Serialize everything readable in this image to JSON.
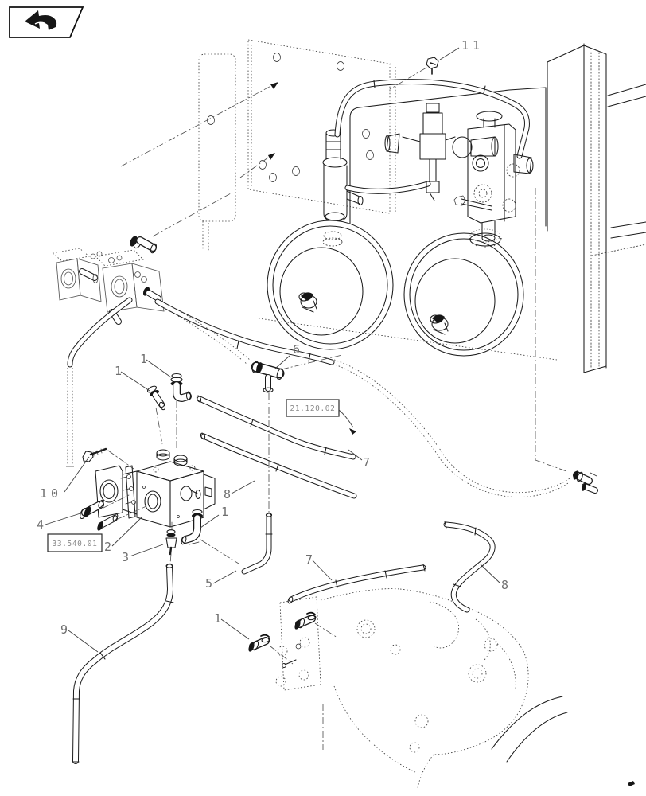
{
  "nav": {
    "icon": "return-arrow-icon"
  },
  "colors": {
    "background": "#ffffff",
    "ink": "#1b1b1b",
    "phantom": "#4a4a4a",
    "callout_text": "#6f6f6f",
    "reference_text": "#8a8a8a"
  },
  "callouts": [
    {
      "name": "callout-11",
      "label": "11"
    },
    {
      "name": "callout-6",
      "label": "6"
    },
    {
      "name": "callout-1a",
      "label": "1"
    },
    {
      "name": "callout-1b",
      "label": "1"
    },
    {
      "name": "callout-7a",
      "label": "7"
    },
    {
      "name": "callout-8a",
      "label": "8"
    },
    {
      "name": "callout-10",
      "label": "10"
    },
    {
      "name": "callout-4",
      "label": "4"
    },
    {
      "name": "callout-2",
      "label": "2"
    },
    {
      "name": "callout-3",
      "label": "3"
    },
    {
      "name": "callout-1c",
      "label": "1"
    },
    {
      "name": "callout-5",
      "label": "5"
    },
    {
      "name": "callout-9",
      "label": "9"
    },
    {
      "name": "callout-1d",
      "label": "1"
    },
    {
      "name": "callout-7b",
      "label": "7"
    },
    {
      "name": "callout-8b",
      "label": "8"
    }
  ],
  "references": [
    {
      "name": "ref-box-upper",
      "label": "21.120.02"
    },
    {
      "name": "ref-box-lower",
      "label": "33.540.01"
    }
  ]
}
